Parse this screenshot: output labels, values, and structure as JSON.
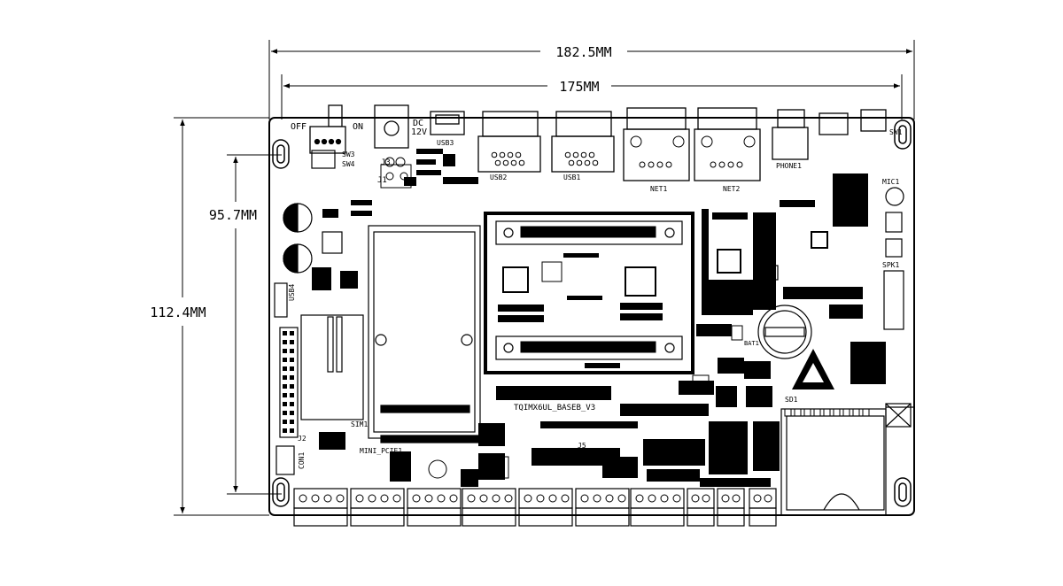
{
  "dimensions": {
    "overall_width": "182.5MM",
    "connector_width": "175MM",
    "overall_height": "112.4MM",
    "hole_height": "95.7MM"
  },
  "labels": {
    "off": "OFF",
    "on": "ON",
    "dc": "DC",
    "v12": "12V",
    "usb3": "USB3",
    "usb2": "USB2",
    "usb1": "USB1",
    "net1": "NET1",
    "net2": "NET2",
    "phone": "PHONE1",
    "sw1": "SW1",
    "sw3": "SW3",
    "sw4": "SW4",
    "j3": "J3",
    "j1": "J1",
    "j2": "J2",
    "j5": "J5",
    "mic": "MIC1",
    "spk": "SPK1",
    "usb4": "USB4",
    "sim": "SIM1",
    "mini_pcie": "MINI_PCIE1",
    "con1": "CON1",
    "bat": "BAT1",
    "sd1": "SD1",
    "board_name": "TQIMX6UL_BASEB_V3"
  },
  "colors": {
    "line": "#000000",
    "background": "#ffffff"
  }
}
